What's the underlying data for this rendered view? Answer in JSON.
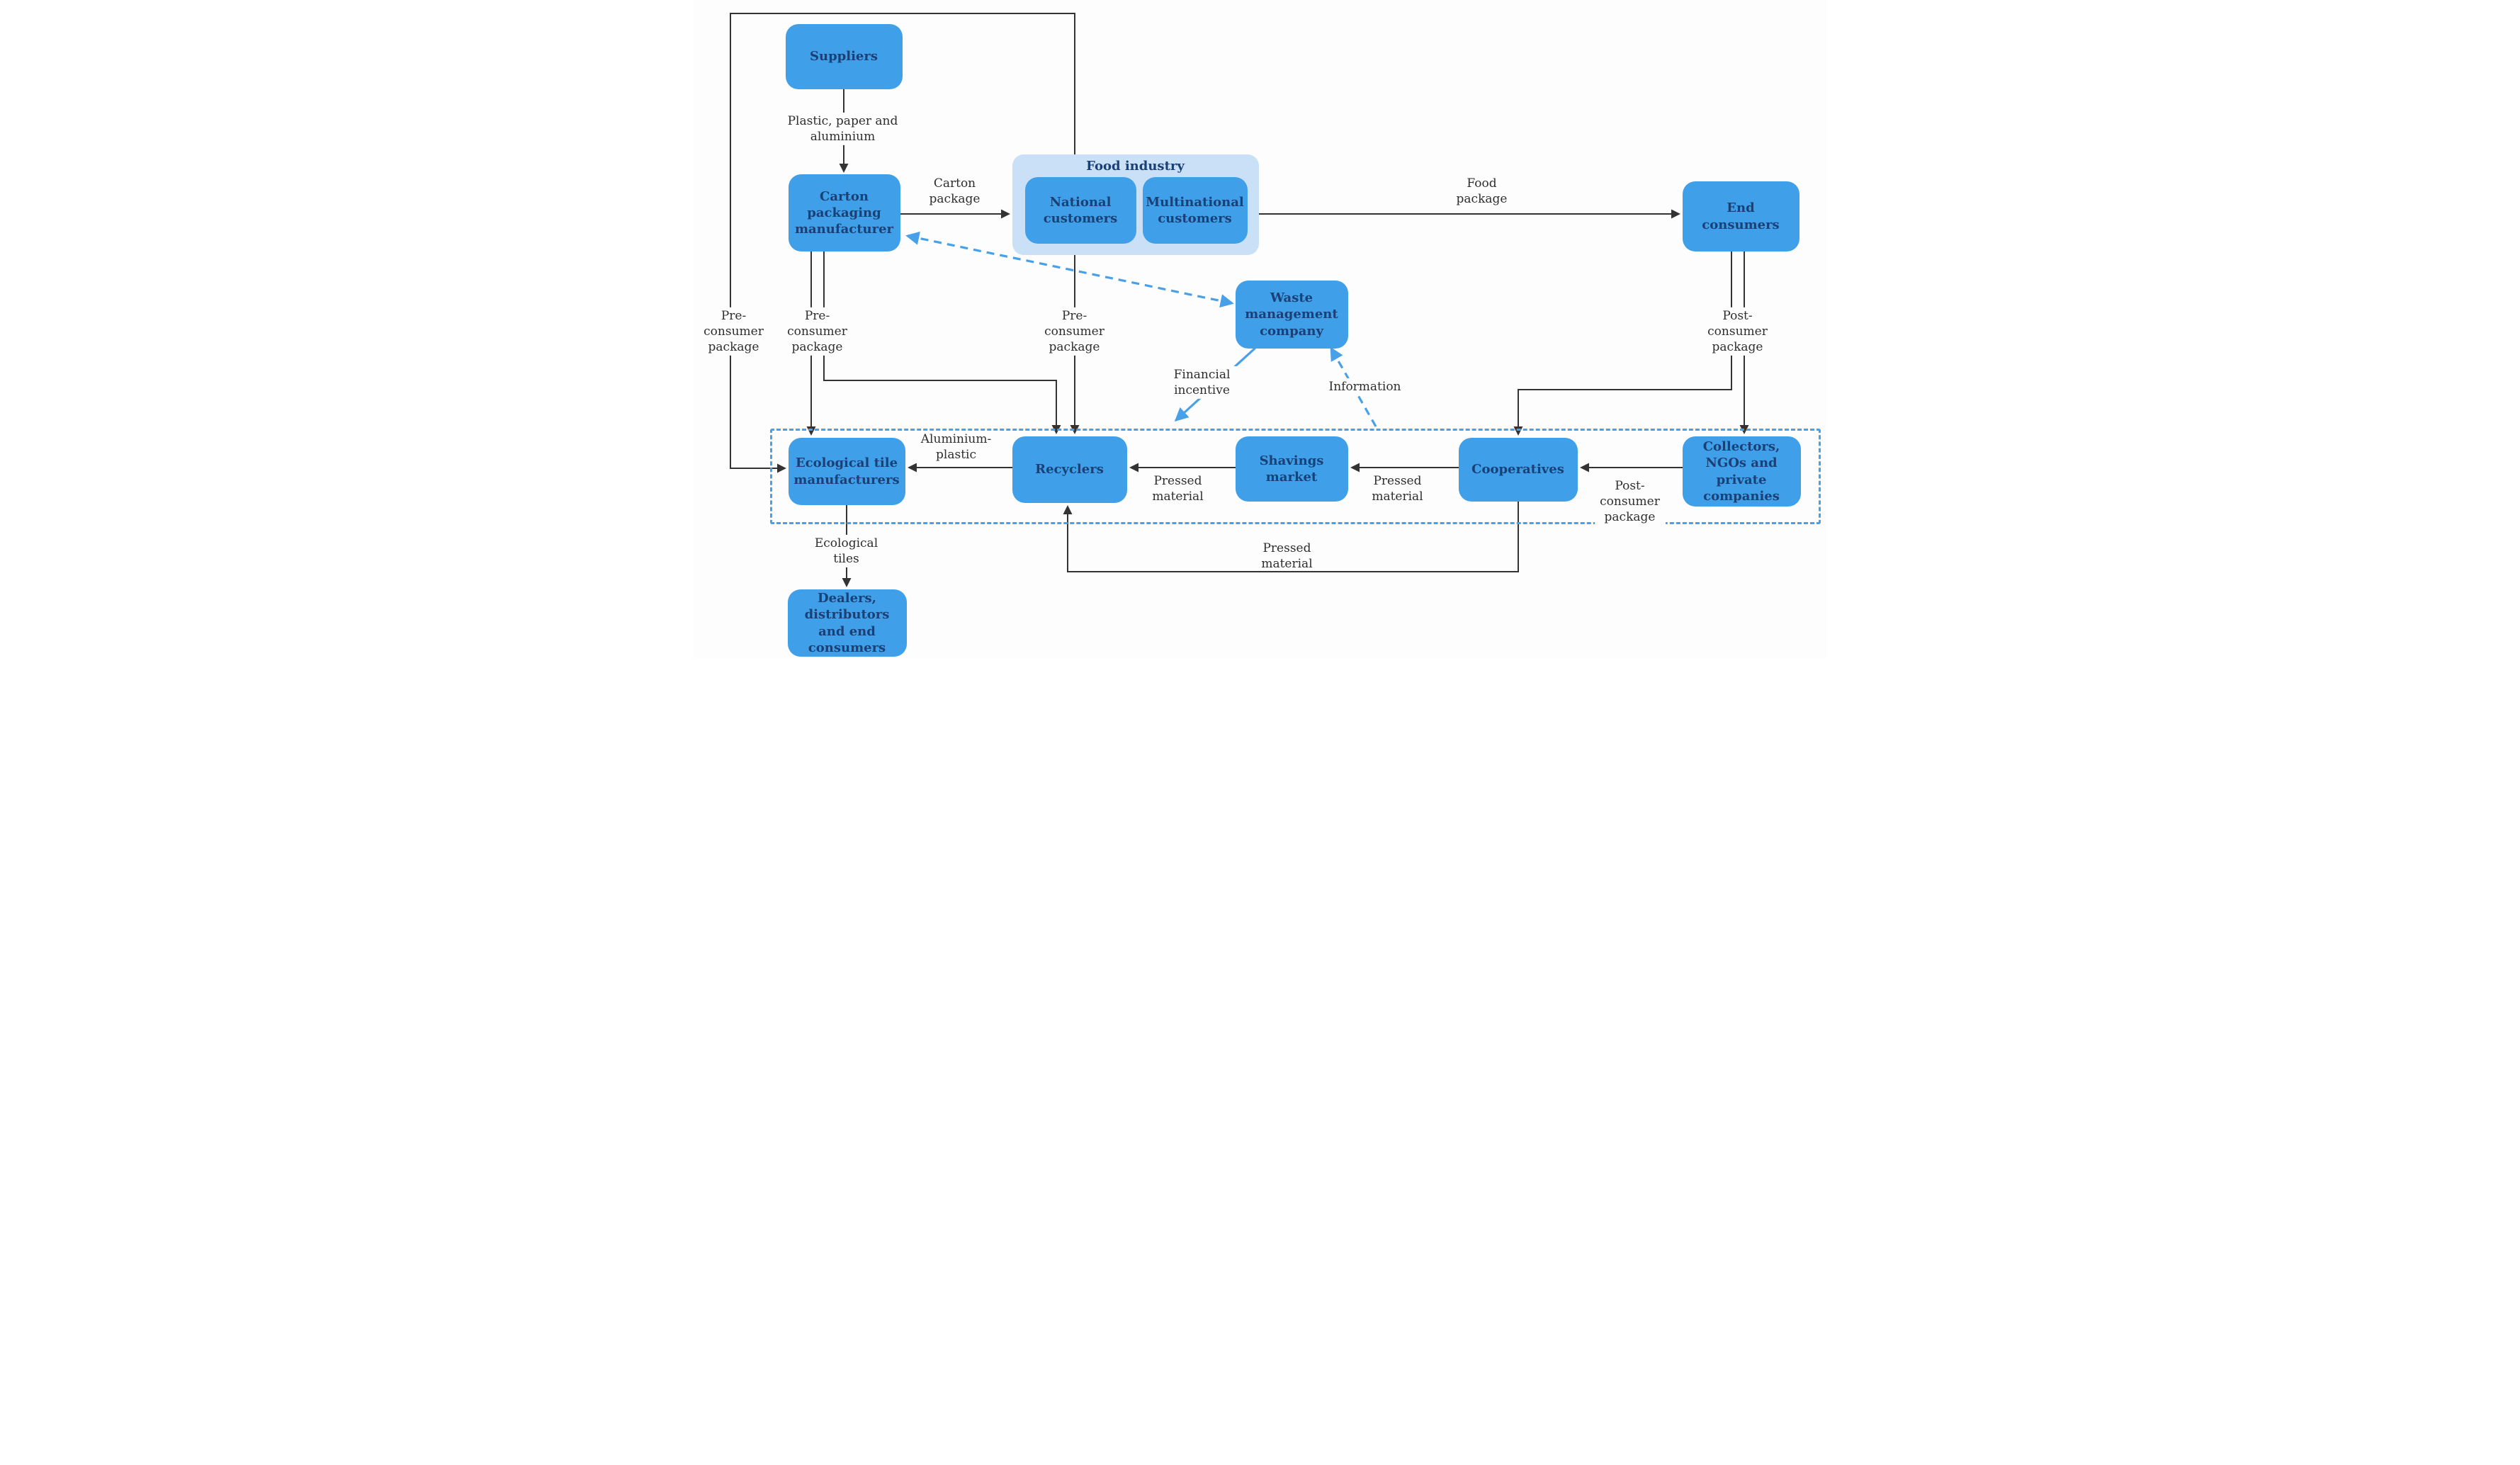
{
  "diagram": {
    "colors": {
      "node_fill": "#3f9fe9",
      "node_text": "#1a4076",
      "food_container_fill": "#c9e0f7",
      "dashed_blue": "#48a0e8",
      "line_black": "#333333",
      "label_text": "#2e2e2e",
      "background": "#fdfdfd"
    },
    "nodes": {
      "suppliers": {
        "label": "Suppliers"
      },
      "carton_manufacturer": {
        "label": "Carton packaging manufacturer"
      },
      "food_industry": {
        "title": "Food industry"
      },
      "national_customers": {
        "label": "National customers"
      },
      "multinational_customers": {
        "label": "Multinational customers"
      },
      "end_consumers": {
        "label": "End consumers"
      },
      "waste_management": {
        "label": "Waste management company"
      },
      "ecological_tile_manufacturers": {
        "label": "Ecological tile manufacturers"
      },
      "recyclers": {
        "label": "Recyclers"
      },
      "shavings_market": {
        "label": "Shavings market"
      },
      "cooperatives": {
        "label": "Cooperatives"
      },
      "collectors_ngos": {
        "label": "Collectors, NGOs and private companies"
      },
      "dealers_distributors": {
        "label": "Dealers, distributors and end consumers"
      }
    },
    "edge_labels": {
      "plastic_paper_aluminium": "Plastic, paper and aluminium",
      "carton_package": "Carton package",
      "food_package": "Food package",
      "pre_consumer_package_1": "Pre-consumer package",
      "pre_consumer_package_2": "Pre-consumer package",
      "pre_consumer_package_3": "Pre-consumer package",
      "post_consumer_package_right": "Post-consumer package",
      "financial_incentive": "Financial incentive",
      "information": "Information",
      "aluminium_plastic": "Aluminium-plastic",
      "pressed_material_left": "Pressed material",
      "pressed_material_mid": "Pressed material",
      "post_consumer_package_bottom": "Post-consumer package",
      "pressed_material_bottom": "Pressed material",
      "ecological_tiles": "Ecological tiles"
    }
  }
}
